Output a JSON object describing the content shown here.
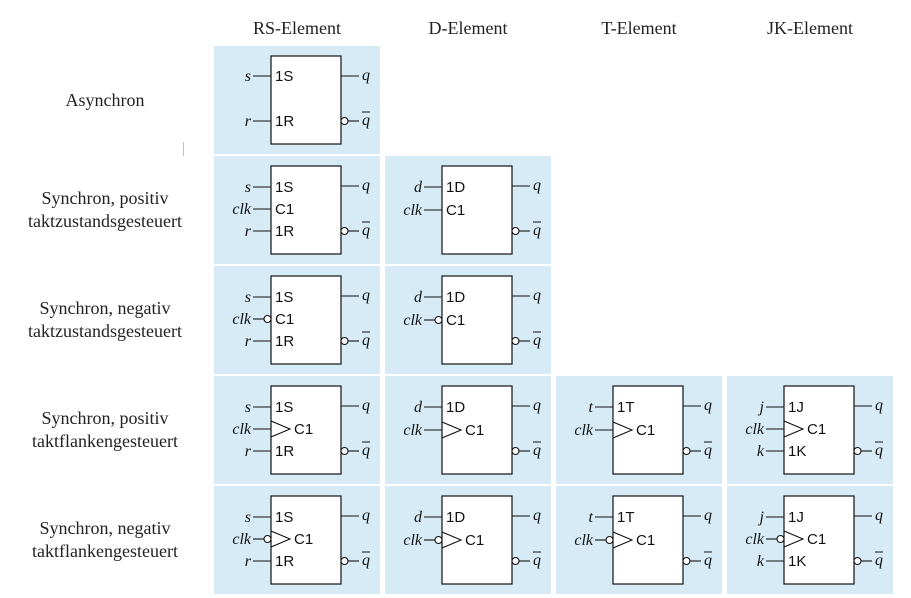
{
  "columns": [
    "RS-Element",
    "D-Element",
    "T-Element",
    "JK-Element"
  ],
  "rows": [
    {
      "label_lines": [
        "Asynchron"
      ],
      "cells": [
        {
          "inputs": [
            {
              "sig": "s",
              "pin": "1S",
              "inv": false,
              "edge": false
            },
            {
              "sig": "r",
              "pin": "1R",
              "inv": false,
              "edge": false
            }
          ]
        },
        null,
        null,
        null
      ]
    },
    {
      "label_lines": [
        "Synchron, positiv",
        "taktzustandsgesteuert"
      ],
      "cells": [
        {
          "inputs": [
            {
              "sig": "s",
              "pin": "1S",
              "inv": false,
              "edge": false
            },
            {
              "sig": "clk",
              "pin": "C1",
              "inv": false,
              "edge": false
            },
            {
              "sig": "r",
              "pin": "1R",
              "inv": false,
              "edge": false
            }
          ]
        },
        {
          "inputs": [
            {
              "sig": "d",
              "pin": "1D",
              "inv": false,
              "edge": false
            },
            {
              "sig": "clk",
              "pin": "C1",
              "inv": false,
              "edge": false
            }
          ]
        },
        null,
        null
      ]
    },
    {
      "label_lines": [
        "Synchron, negativ",
        "taktzustandsgesteuert"
      ],
      "cells": [
        {
          "inputs": [
            {
              "sig": "s",
              "pin": "1S",
              "inv": false,
              "edge": false
            },
            {
              "sig": "clk",
              "pin": "C1",
              "inv": true,
              "edge": false
            },
            {
              "sig": "r",
              "pin": "1R",
              "inv": false,
              "edge": false
            }
          ]
        },
        {
          "inputs": [
            {
              "sig": "d",
              "pin": "1D",
              "inv": false,
              "edge": false
            },
            {
              "sig": "clk",
              "pin": "C1",
              "inv": true,
              "edge": false
            }
          ]
        },
        null,
        null
      ]
    },
    {
      "label_lines": [
        "Synchron, positiv",
        "taktflankengesteuert"
      ],
      "cells": [
        {
          "inputs": [
            {
              "sig": "s",
              "pin": "1S",
              "inv": false,
              "edge": false
            },
            {
              "sig": "clk",
              "pin": "C1",
              "inv": false,
              "edge": true
            },
            {
              "sig": "r",
              "pin": "1R",
              "inv": false,
              "edge": false
            }
          ]
        },
        {
          "inputs": [
            {
              "sig": "d",
              "pin": "1D",
              "inv": false,
              "edge": false
            },
            {
              "sig": "clk",
              "pin": "C1",
              "inv": false,
              "edge": true
            }
          ]
        },
        {
          "inputs": [
            {
              "sig": "t",
              "pin": "1T",
              "inv": false,
              "edge": false
            },
            {
              "sig": "clk",
              "pin": "C1",
              "inv": false,
              "edge": true
            }
          ]
        },
        {
          "inputs": [
            {
              "sig": "j",
              "pin": "1J",
              "inv": false,
              "edge": false
            },
            {
              "sig": "clk",
              "pin": "C1",
              "inv": false,
              "edge": true
            },
            {
              "sig": "k",
              "pin": "1K",
              "inv": false,
              "edge": false
            }
          ]
        }
      ]
    },
    {
      "label_lines": [
        "Synchron, negativ",
        "taktflankengesteuert"
      ],
      "cells": [
        {
          "inputs": [
            {
              "sig": "s",
              "pin": "1S",
              "inv": false,
              "edge": false
            },
            {
              "sig": "clk",
              "pin": "C1",
              "inv": true,
              "edge": true
            },
            {
              "sig": "r",
              "pin": "1R",
              "inv": false,
              "edge": false
            }
          ]
        },
        {
          "inputs": [
            {
              "sig": "d",
              "pin": "1D",
              "inv": false,
              "edge": false
            },
            {
              "sig": "clk",
              "pin": "C1",
              "inv": true,
              "edge": true
            }
          ]
        },
        {
          "inputs": [
            {
              "sig": "t",
              "pin": "1T",
              "inv": false,
              "edge": false
            },
            {
              "sig": "clk",
              "pin": "C1",
              "inv": true,
              "edge": true
            }
          ]
        },
        {
          "inputs": [
            {
              "sig": "j",
              "pin": "1J",
              "inv": false,
              "edge": false
            },
            {
              "sig": "clk",
              "pin": "C1",
              "inv": true,
              "edge": true
            },
            {
              "sig": "k",
              "pin": "1K",
              "inv": false,
              "edge": false
            }
          ]
        }
      ]
    }
  ],
  "outputs": {
    "q": "q",
    "q_bar": "q"
  },
  "colors": {
    "cell_bg": "#d6ebf6",
    "line": "#111111"
  }
}
